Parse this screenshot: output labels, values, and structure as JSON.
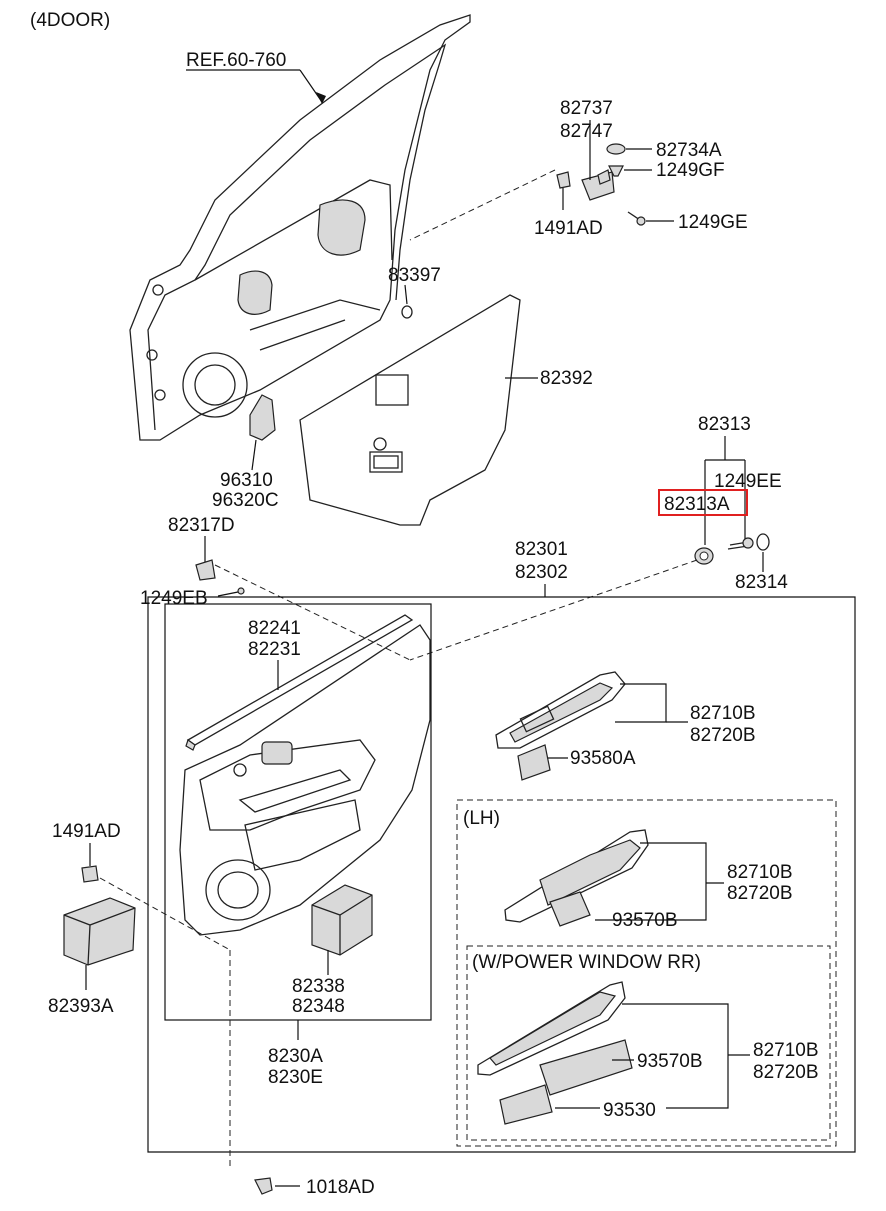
{
  "diagram": {
    "variant_label": "(4DOOR)",
    "lh_label": "(LH)",
    "power_window_label": "(W/POWER WINDOW RR)",
    "highlight_color": "#e02020",
    "parts": {
      "ref": "REF.60-760",
      "p82737": "82737",
      "p82747": "82747",
      "p82734A": "82734A",
      "p1249GF": "1249GF",
      "p1491AD_top": "1491AD",
      "p1249GE": "1249GE",
      "p83397": "83397",
      "p82392": "82392",
      "p82313": "82313",
      "p1249EE": "1249EE",
      "p82313A": "82313A",
      "p96310": "96310",
      "p96320C": "96320C",
      "p82317D": "82317D",
      "p1249EB": "1249EB",
      "p82301": "82301",
      "p82302": "82302",
      "p82314": "82314",
      "p82241": "82241",
      "p82231": "82231",
      "p82710B_1": "82710B",
      "p82720B_1": "82720B",
      "p93580A": "93580A",
      "p1491AD_left": "1491AD",
      "p82710B_2": "82710B",
      "p82720B_2": "82720B",
      "p93570B_1": "93570B",
      "p82393A": "82393A",
      "p82338": "82338",
      "p82348": "82348",
      "p93570B_2": "93570B",
      "p82710B_3": "82710B",
      "p82720B_3": "82720B",
      "p93530": "93530",
      "p8230A": "8230A",
      "p8230E": "8230E",
      "p1018AD": "1018AD"
    }
  }
}
